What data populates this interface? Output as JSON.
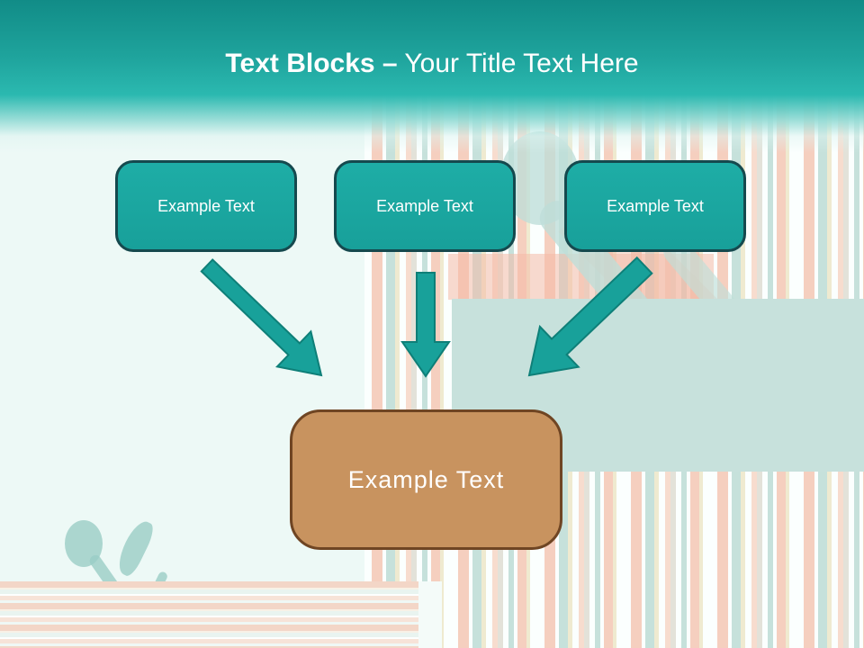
{
  "slide": {
    "header": {
      "title_bold": "Text Blocks –",
      "title_regular": " Your Title Text Here"
    },
    "top_blocks": [
      {
        "label": "Example Text"
      },
      {
        "label": "Example Text"
      },
      {
        "label": "Example Text"
      }
    ],
    "bottom_block": {
      "label": "Example Text"
    },
    "colors": {
      "header_teal_dark": "#118C87",
      "header_teal": "#2BB9B0",
      "block_fill": "#1BA7A0",
      "block_border": "#15494E",
      "arrow_fill": "#18A19A",
      "arrow_stroke": "#0E7F78",
      "bottom_block_fill": "#C8935F",
      "bottom_block_border": "#6F4523",
      "background_mint": "#EDF9F6",
      "panel_teal": "#C7E1DC",
      "stripe_salmon": "#F5CFBF",
      "stripe_teal": "#C6E1DB",
      "stripe_cream": "#EFEAD0"
    }
  }
}
